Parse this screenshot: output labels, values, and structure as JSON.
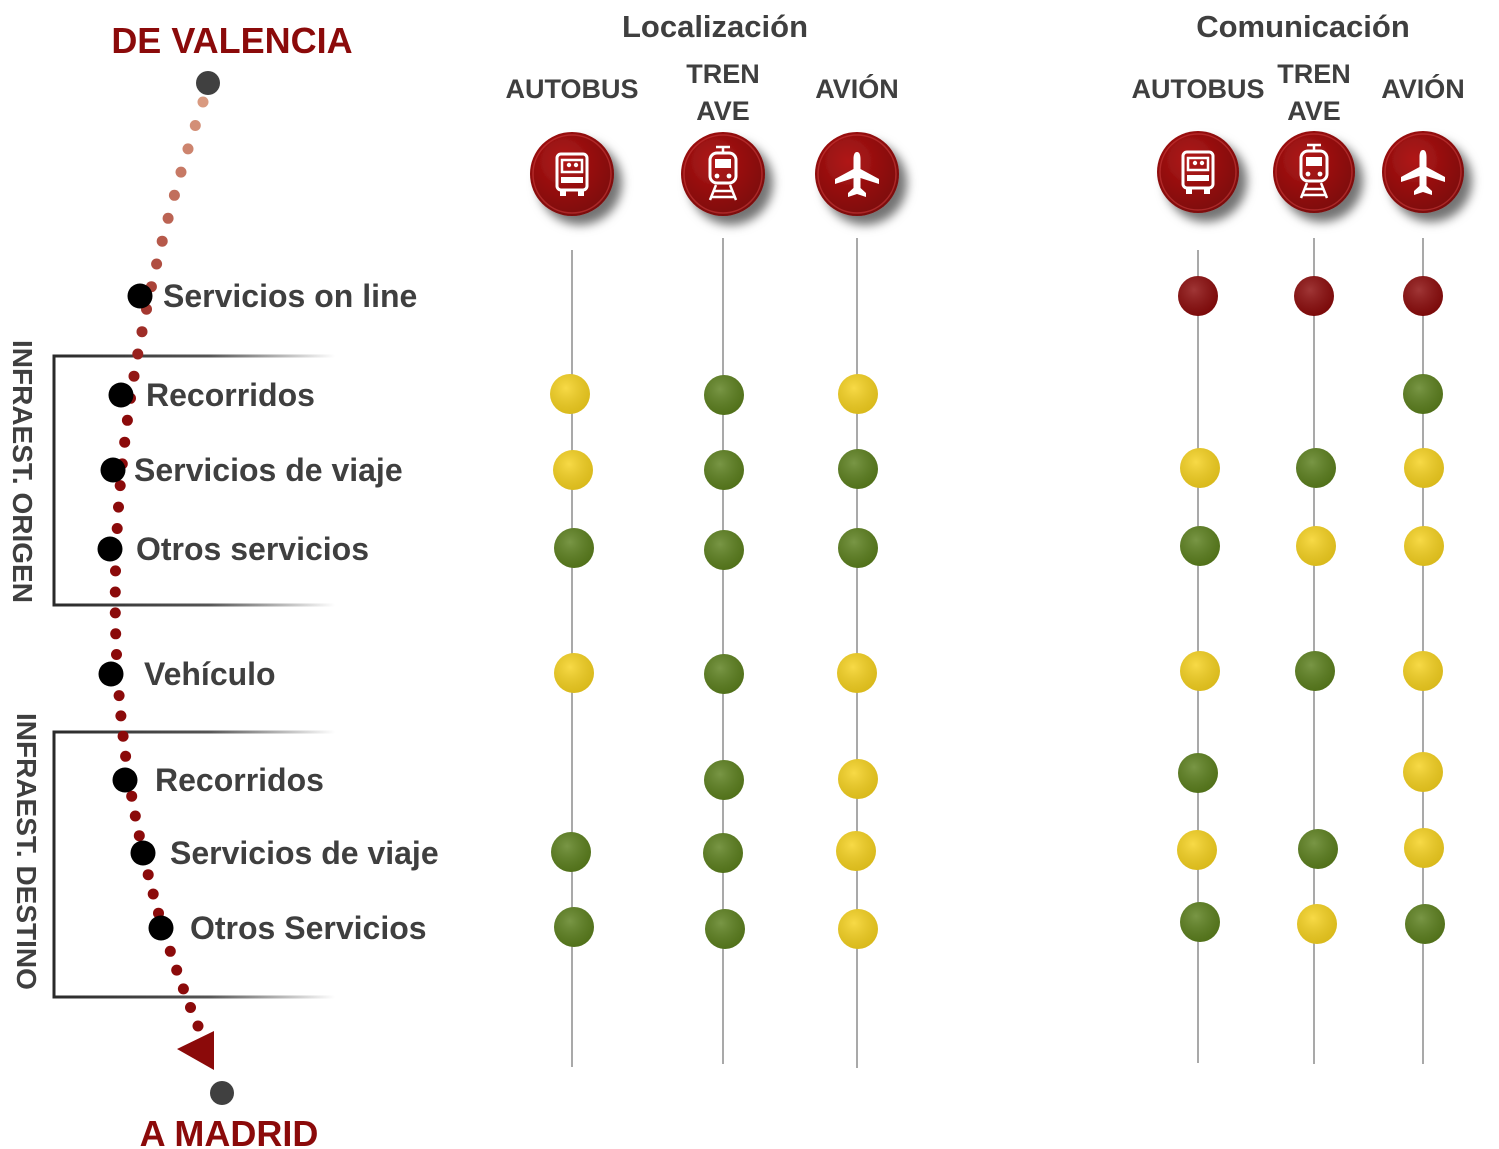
{
  "route": {
    "from": "DE VALENCIA",
    "to": "A MADRID"
  },
  "side_labels": {
    "origin": "INFRAEST. ORIGEN",
    "destination": "INFRAEST. DESTINO"
  },
  "stages": [
    "Servicios on line",
    "Recorridos",
    "Servicios de viaje",
    "Otros servicios",
    "Vehículo",
    "Recorridos",
    "Servicios de viaje",
    "Otros Servicios"
  ],
  "groups": [
    {
      "title": "Localización",
      "modes": [
        {
          "label": [
            "AUTOBUS"
          ],
          "icon": "bus-icon"
        },
        {
          "label": [
            "TREN",
            "AVE"
          ],
          "icon": "train-icon"
        },
        {
          "label": [
            "AVIÓN"
          ],
          "icon": "plane-icon"
        }
      ]
    },
    {
      "title": "Comunicación",
      "modes": [
        {
          "label": [
            "AUTOBUS"
          ],
          "icon": "bus-icon"
        },
        {
          "label": [
            "TREN",
            "AVE"
          ],
          "icon": "train-icon"
        },
        {
          "label": [
            "AVIÓN"
          ],
          "icon": "plane-icon"
        }
      ]
    }
  ],
  "status_colors": {
    "red": "#8b0a0a",
    "green": "#5b7f1c",
    "yellow": "#f6d21e",
    "accent": "#8b0a0a"
  },
  "matrix": [
    [
      "",
      "",
      "",
      "red",
      "red",
      "red"
    ],
    [
      "yellow",
      "green",
      "yellow",
      "",
      "",
      "green"
    ],
    [
      "yellow",
      "green",
      "green",
      "yellow",
      "green",
      "yellow"
    ],
    [
      "green",
      "green",
      "green",
      "green",
      "yellow",
      "yellow"
    ],
    [
      "yellow",
      "green",
      "yellow",
      "yellow",
      "green",
      "yellow"
    ],
    [
      "",
      "green",
      "yellow",
      "green",
      "",
      "yellow"
    ],
    [
      "green",
      "green",
      "yellow",
      "yellow",
      "green",
      "yellow"
    ],
    [
      "green",
      "green",
      "yellow",
      "green",
      "yellow",
      "green"
    ]
  ]
}
